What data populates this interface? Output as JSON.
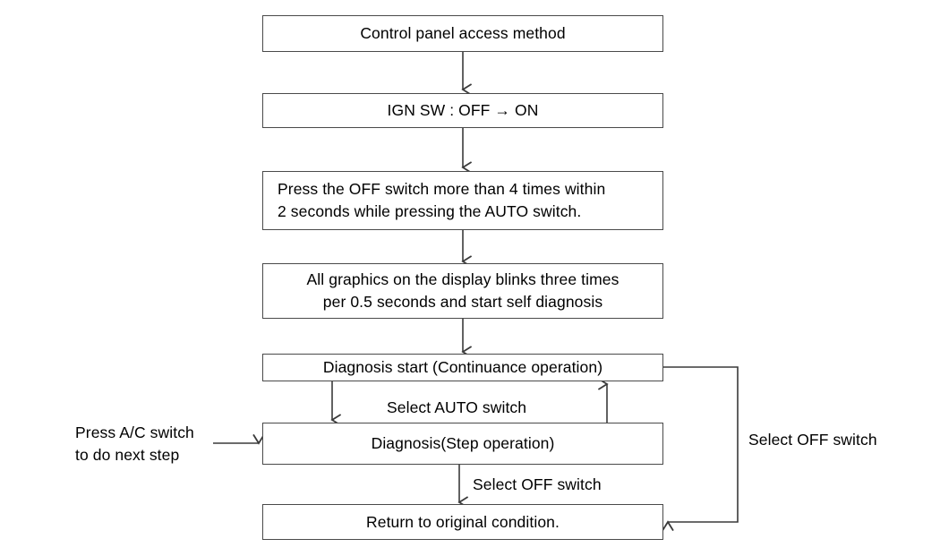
{
  "diagram": {
    "title": "Control panel access method self-diagnosis flow",
    "stroke_color": "#4a4a4a",
    "text_color": "#000000",
    "background_color": "#ffffff",
    "nodes": [
      {
        "id": "control-panel-access-method",
        "label": "Control panel access method"
      },
      {
        "id": "ign-sw",
        "label": "IGN SW : OFF → ON"
      },
      {
        "id": "press-off-switch",
        "label": "Press the OFF switch more than 4 times within\n2 seconds while pressing the AUTO switch."
      },
      {
        "id": "all-graphics-blink",
        "label": "All graphics on the display blinks three times\nper 0.5 seconds and start self diagnosis"
      },
      {
        "id": "diagnosis-start",
        "label": "Diagnosis start (Continuance operation)"
      },
      {
        "id": "diagnosis-step",
        "label": "Diagnosis(Step operation)"
      },
      {
        "id": "return-original",
        "label": "Return to original condition."
      }
    ],
    "edge_labels": [
      {
        "id": "select-auto-switch",
        "label": "Select AUTO switch"
      },
      {
        "id": "select-off-switch-middle",
        "label": "Select OFF switch"
      },
      {
        "id": "select-off-switch-right",
        "label": "Select OFF switch"
      },
      {
        "id": "press-ac-switch",
        "label": "Press A/C switch\nto do next step"
      }
    ]
  }
}
